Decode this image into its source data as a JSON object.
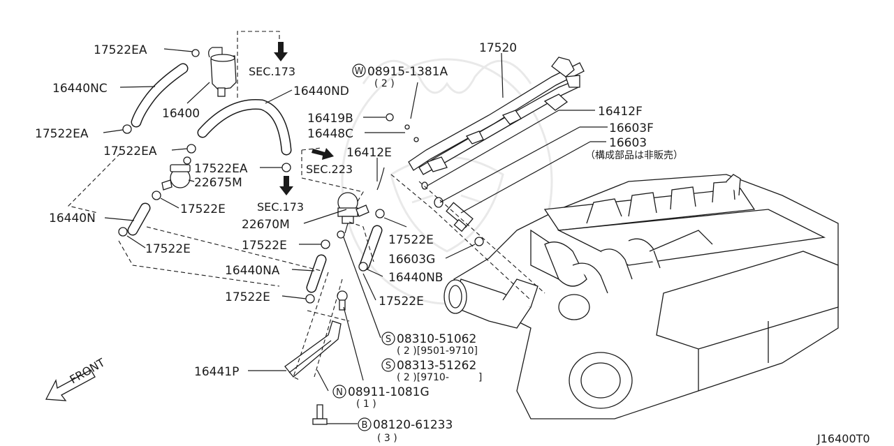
{
  "labels": {
    "l17522EA_1": "17522EA",
    "l16440NC": "16440NC",
    "l16400": "16400",
    "l17522EA_2": "17522EA",
    "l17522EA_3": "17522EA",
    "l17522EA_4": "17522EA",
    "l22675M": "22675M",
    "l17522E_1": "17522E",
    "l16440N": "16440N",
    "l17522E_2": "17522E",
    "l16440ND": "16440ND",
    "l22670M": "22670M",
    "l17522E_3": "17522E",
    "l16440NA": "16440NA",
    "l17522E_4": "17522E",
    "l16441P": "16441P",
    "l17520": "17520",
    "l16419B": "16419B",
    "l16448C": "16448C",
    "l16412E": "16412E",
    "l16412F": "16412F",
    "l16603F": "16603F",
    "l16603": "16603",
    "l16603_note": "（構成部品は非販売）",
    "l17522E_5": "17522E",
    "l16603G": "16603G",
    "l16440NB": "16440NB",
    "l17522E_6": "17522E",
    "w_part": "08915-1381A",
    "w_qty": "( 2 )",
    "s1_part": "08310-51062",
    "s1_qty": "( 2 )[9501-9710]",
    "s2_part": "08313-51262",
    "s2_qty": "( 2 )[9710-　　　]",
    "n_part": "08911-1081G",
    "n_qty": "( 1 )",
    "b_part": "08120-61233",
    "b_qty": "( 3 )",
    "sec1": "SEC.173",
    "sec2": "SEC.223",
    "sec3": "SEC.173",
    "front": "FRONT",
    "diagram_code": "J16400T0"
  },
  "badges": {
    "w": "W",
    "s1": "S",
    "s2": "S",
    "n": "N",
    "b": "B"
  }
}
